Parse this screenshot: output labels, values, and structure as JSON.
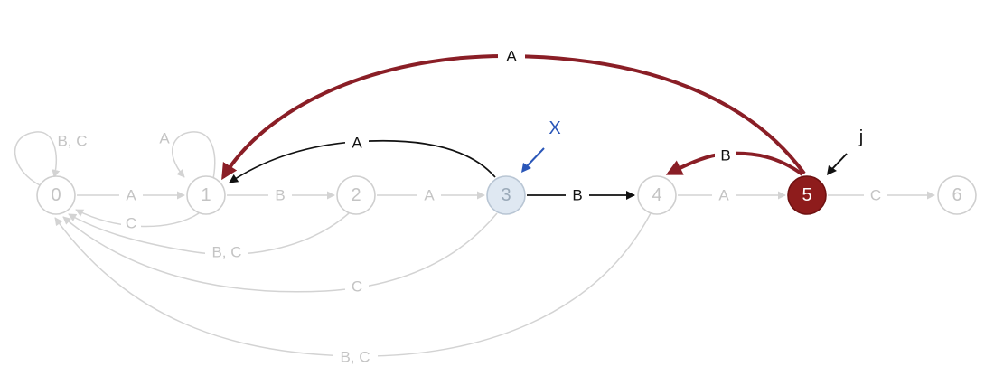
{
  "diagram": {
    "nodes": [
      {
        "id": "0",
        "label": "0",
        "state": "normal"
      },
      {
        "id": "1",
        "label": "1",
        "state": "normal"
      },
      {
        "id": "2",
        "label": "2",
        "state": "normal"
      },
      {
        "id": "3",
        "label": "3",
        "state": "current"
      },
      {
        "id": "4",
        "label": "4",
        "state": "normal"
      },
      {
        "id": "5",
        "label": "5",
        "state": "highlight"
      },
      {
        "id": "6",
        "label": "6",
        "state": "normal"
      }
    ],
    "edges": [
      {
        "from": "0",
        "to": "0",
        "label": "B, C",
        "style": "gray"
      },
      {
        "from": "1",
        "to": "1",
        "label": "A",
        "style": "gray"
      },
      {
        "from": "0",
        "to": "1",
        "label": "A",
        "style": "gray"
      },
      {
        "from": "1",
        "to": "2",
        "label": "B",
        "style": "gray"
      },
      {
        "from": "2",
        "to": "3",
        "label": "A",
        "style": "gray"
      },
      {
        "from": "3",
        "to": "4",
        "label": "B",
        "style": "black"
      },
      {
        "from": "4",
        "to": "5",
        "label": "A",
        "style": "gray"
      },
      {
        "from": "5",
        "to": "6",
        "label": "C",
        "style": "gray"
      },
      {
        "from": "1",
        "to": "0",
        "label": "C",
        "style": "gray"
      },
      {
        "from": "2",
        "to": "0",
        "label": "B, C",
        "style": "gray"
      },
      {
        "from": "3",
        "to": "0",
        "label": "C",
        "style": "gray"
      },
      {
        "from": "4",
        "to": "0",
        "label": "B, C",
        "style": "gray"
      },
      {
        "from": "3",
        "to": "1",
        "label": "A",
        "style": "black"
      },
      {
        "from": "5",
        "to": "1",
        "label": "A",
        "style": "red"
      },
      {
        "from": "5",
        "to": "4",
        "label": "B",
        "style": "red"
      }
    ],
    "pointers": [
      {
        "label": "X",
        "target": "3",
        "color": "#2a56b8"
      },
      {
        "label": "j",
        "target": "5",
        "color": "#111111"
      }
    ]
  }
}
